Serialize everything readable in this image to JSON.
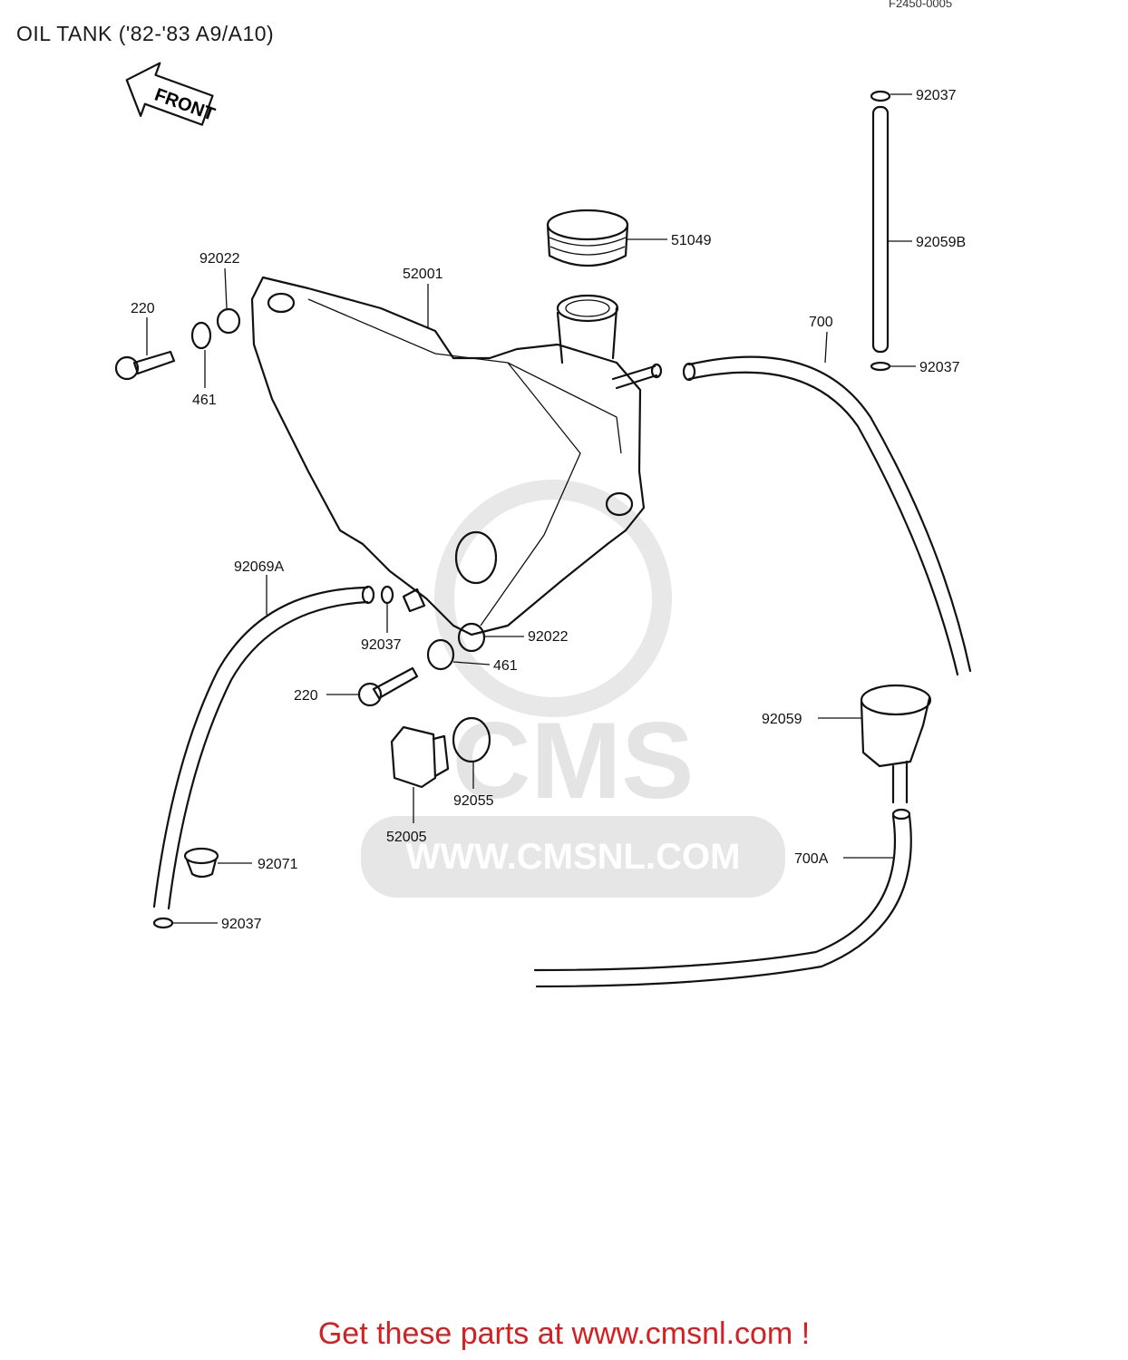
{
  "diagram": {
    "title": "OIL TANK ('82-'83 A9/A10)",
    "ref_code": "F2450-0005",
    "front_label": "FRONT",
    "watermark": {
      "logo": "CMS",
      "url": "WWW.CMSNL.COM"
    },
    "footer": "Get these parts at www.cmsnl.com !",
    "callouts": [
      "92037",
      "92059B",
      "92037",
      "51049",
      "52001",
      "92022",
      "220",
      "461",
      "700",
      "92069A",
      "92037",
      "92022",
      "461",
      "220",
      "92059",
      "92055",
      "52005",
      "700A",
      "92071",
      "92037"
    ],
    "colors": {
      "footer": "#d42020",
      "line": "#111111",
      "watermark": "#e6e6e6"
    }
  }
}
